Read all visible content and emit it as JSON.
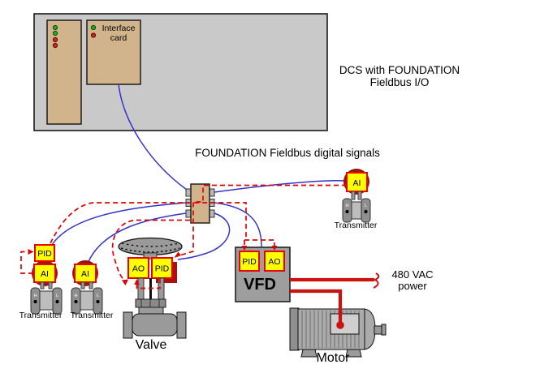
{
  "dcs": {
    "line1": "DCS with FOUNDATION",
    "line2": "Fieldbus I/O",
    "interface_card": {
      "line1": "Interface",
      "line2": "card"
    }
  },
  "bus": {
    "label": "FOUNDATION Fieldbus digital signals"
  },
  "transmitters": {
    "t1": {
      "block1": "PID",
      "block2": "AI",
      "label": "Transmitter",
      "port_h": "H",
      "port_l": "L"
    },
    "t2": {
      "block1": "AI",
      "label": "Transmitter",
      "port_h": "H",
      "port_l": "L"
    },
    "t3": {
      "block1": "AI",
      "label": "Transmitter",
      "port_h": "H",
      "port_l": "L"
    }
  },
  "valve": {
    "block1": "AO",
    "block2": "PID",
    "label": "Valve"
  },
  "vfd": {
    "block1": "PID",
    "block2": "AO",
    "label": "VFD"
  },
  "motor": {
    "label": "Motor"
  },
  "power": {
    "line1": "480 VAC",
    "line2": "power"
  },
  "colors": {
    "chassis_gray": "#c9c9c9",
    "card_tan": "#d2b48c",
    "device_gray": "#9e9e9e",
    "block_yellow": "#ffff00",
    "block_border_red": "#ee0000",
    "signal_dashed_red": "#e10000",
    "fieldbus_blue": "#3333cc",
    "power_red": "#cc1111",
    "shadow_dark_red": "#971515",
    "led_green": "#22aa22",
    "led_red": "#cc2222"
  }
}
